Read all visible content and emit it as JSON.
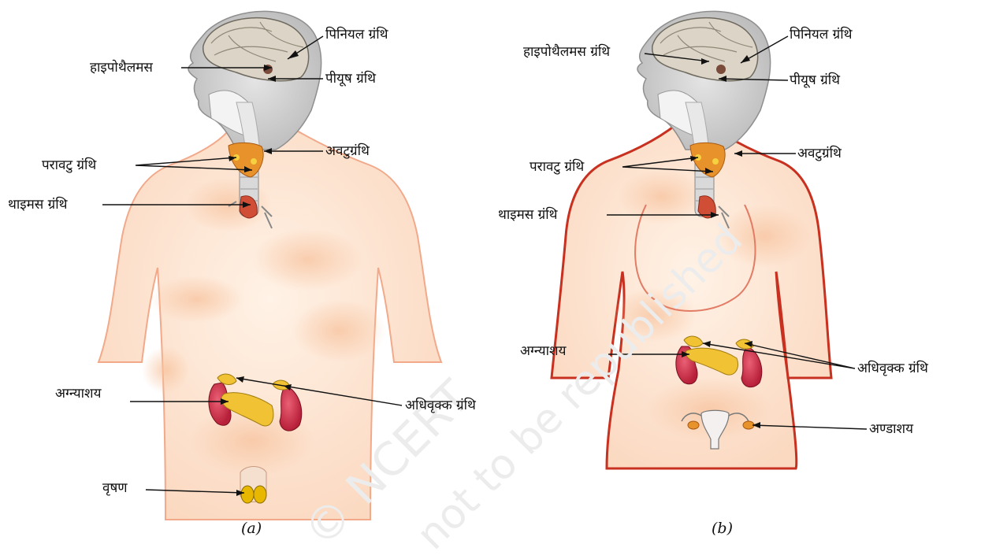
{
  "figure_a": {
    "caption": "(a)",
    "labels": {
      "pineal": "पिनियल ग्रंथि",
      "hypothalamus": "हाइपोथैलमस",
      "pituitary": "पीयूष ग्रंथि",
      "thyroid": "अवटुग्रंथि",
      "parathyroid": "परावटु ग्रंथि",
      "thymus": "थाइमस ग्रंथि",
      "pancreas": "अग्न्याशय",
      "adrenal": "अधिवृक्क ग्रंथि",
      "testis": "वृषण"
    }
  },
  "figure_b": {
    "caption": "(b)",
    "labels": {
      "pineal": "पिनियल ग्रंथि",
      "hypothalamus": "हाइपोथैलमस ग्रंथि",
      "pituitary": "पीयूष ग्रंथि",
      "thyroid": "अवटुग्रंथि",
      "parathyroid": "परावटु ग्रंथि",
      "thymus": "थाइमस ग्रंथि",
      "pancreas": "अग्न्याशय",
      "adrenal": "अधिवृक्क ग्रंथि",
      "ovary": "अण्डाशय"
    }
  },
  "watermark": {
    "line1": "© NCERT",
    "line2": "not to be republished"
  },
  "colors": {
    "skin": "#fde3cf",
    "skin_shade": "#f7c6a3",
    "outline_male": "#f2a98a",
    "outline_female": "#c8301f",
    "brain": "#d8d2c4",
    "head_gray": "#c9c9c9",
    "thyroid": "#e8922c",
    "kidney": "#d3354a",
    "pancreas": "#f1c233",
    "testis": "#e8b800"
  }
}
